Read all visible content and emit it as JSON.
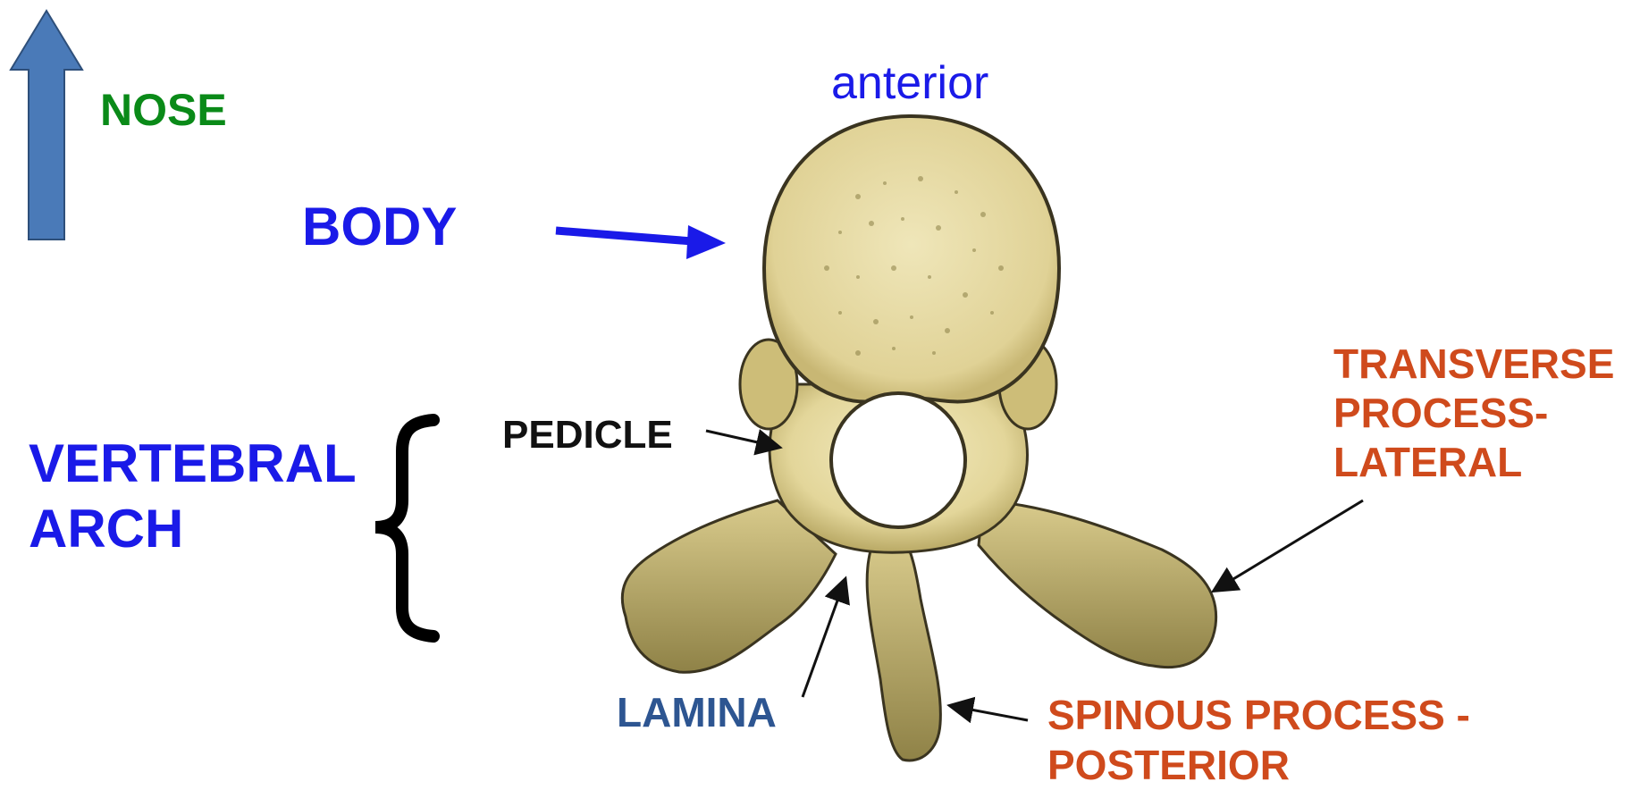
{
  "orientation": {
    "arrow_color": "#4a7ab8",
    "nose_label": "NOSE",
    "nose_color": "#0a8a18"
  },
  "labels": {
    "anterior": "anterior",
    "body": "BODY",
    "vertebral_arch": [
      "VERTEBRAL",
      "ARCH"
    ],
    "pedicle": "PEDICLE",
    "transverse_process": [
      "TRANSVERSE",
      "PROCESS-",
      "LATERAL"
    ],
    "lamina": "LAMINA",
    "spinous_process": [
      "SPINOUS PROCESS -",
      "POSTERIOR"
    ]
  },
  "colors": {
    "blue_label": "#1a1ae8",
    "orange_label": "#cf4a1c",
    "lamina_label": "#2d5591",
    "bone_fill": "#ece2ac",
    "bone_shadow": "#8a7f45",
    "bone_outline": "#3a3420"
  }
}
